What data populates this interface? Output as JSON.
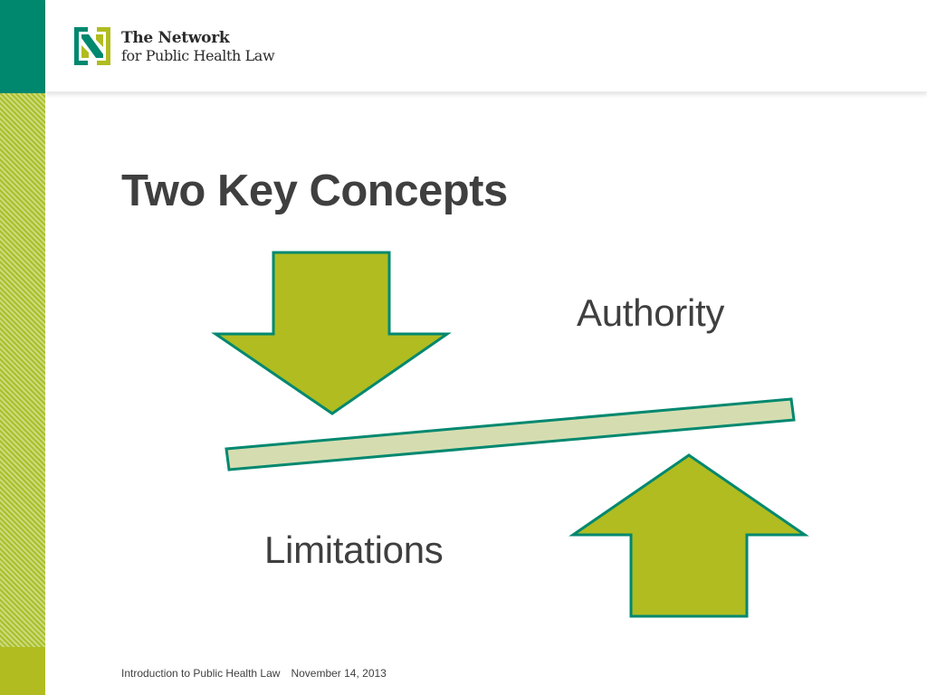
{
  "brand": {
    "line1": "The Network",
    "line2": "for Public Health Law",
    "colors": {
      "teal": "#00886f",
      "lime": "#b0bc20",
      "beam_fill": "#d5ddb0"
    }
  },
  "slide": {
    "title": "Two Key Concepts",
    "concepts": {
      "top": "Authority",
      "bottom": "Limitations"
    }
  },
  "footer": {
    "presentation": "Introduction to Public Health Law",
    "date": "November 14, 2013"
  }
}
